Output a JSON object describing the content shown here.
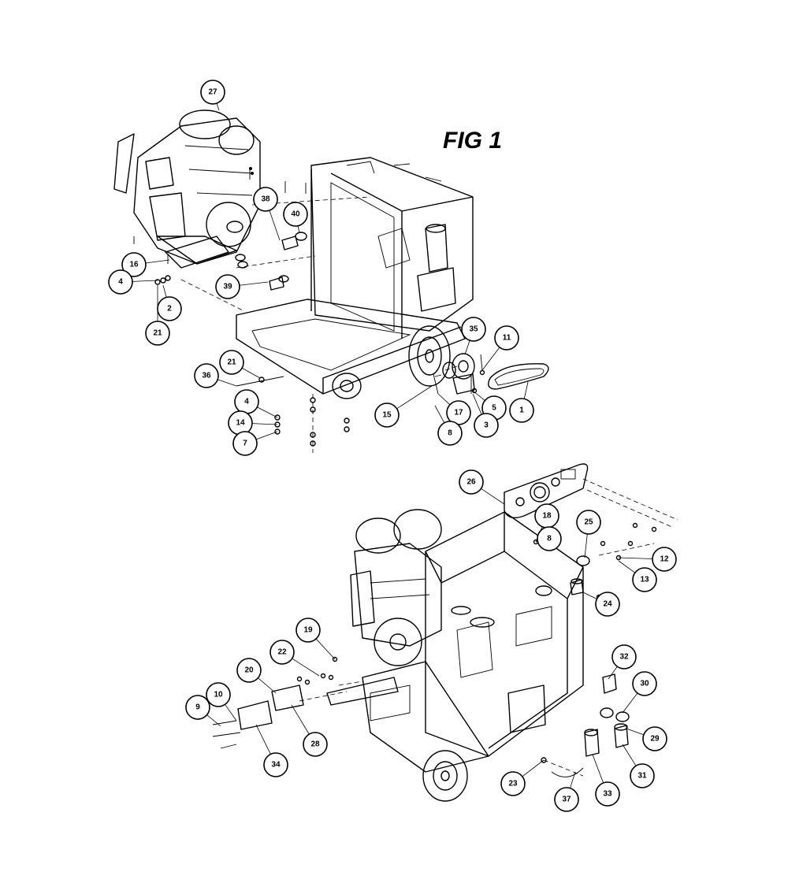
{
  "figure": {
    "title": "FIG 1"
  },
  "callouts": [
    {
      "id": "27",
      "label": "27"
    },
    {
      "id": "38",
      "label": "38"
    },
    {
      "id": "40",
      "label": "40"
    },
    {
      "id": "16",
      "label": "16"
    },
    {
      "id": "4a",
      "label": "4"
    },
    {
      "id": "39",
      "label": "39"
    },
    {
      "id": "2",
      "label": "2"
    },
    {
      "id": "21a",
      "label": "21"
    },
    {
      "id": "35",
      "label": "35"
    },
    {
      "id": "11",
      "label": "11"
    },
    {
      "id": "21b",
      "label": "21"
    },
    {
      "id": "36",
      "label": "36"
    },
    {
      "id": "4b",
      "label": "4"
    },
    {
      "id": "14",
      "label": "14"
    },
    {
      "id": "7",
      "label": "7"
    },
    {
      "id": "15",
      "label": "15"
    },
    {
      "id": "17",
      "label": "17"
    },
    {
      "id": "5",
      "label": "5"
    },
    {
      "id": "1",
      "label": "1"
    },
    {
      "id": "3",
      "label": "3"
    },
    {
      "id": "8a",
      "label": "8"
    },
    {
      "id": "26",
      "label": "26"
    },
    {
      "id": "18",
      "label": "18"
    },
    {
      "id": "8b",
      "label": "8"
    },
    {
      "id": "25",
      "label": "25"
    },
    {
      "id": "12",
      "label": "12"
    },
    {
      "id": "13",
      "label": "13"
    },
    {
      "id": "24",
      "label": "24"
    },
    {
      "id": "19",
      "label": "19"
    },
    {
      "id": "22",
      "label": "22"
    },
    {
      "id": "20",
      "label": "20"
    },
    {
      "id": "10",
      "label": "10"
    },
    {
      "id": "9",
      "label": "9"
    },
    {
      "id": "28",
      "label": "28"
    },
    {
      "id": "34",
      "label": "34"
    },
    {
      "id": "32",
      "label": "32"
    },
    {
      "id": "30",
      "label": "30"
    },
    {
      "id": "29",
      "label": "29"
    },
    {
      "id": "31",
      "label": "31"
    },
    {
      "id": "23",
      "label": "23"
    },
    {
      "id": "37",
      "label": "37"
    },
    {
      "id": "33",
      "label": "33"
    }
  ]
}
